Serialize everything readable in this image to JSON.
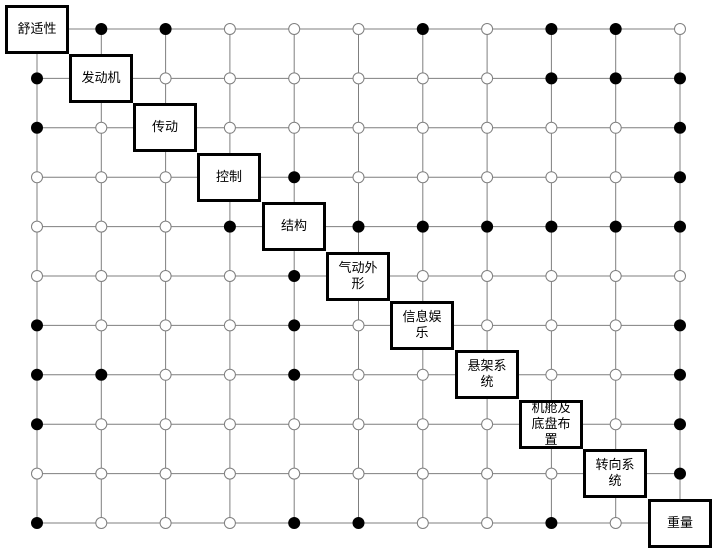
{
  "matrix": {
    "components": [
      {
        "lines": [
          "舒适性"
        ]
      },
      {
        "lines": [
          "发动机"
        ]
      },
      {
        "lines": [
          "传动"
        ]
      },
      {
        "lines": [
          "控制"
        ]
      },
      {
        "lines": [
          "结构"
        ]
      },
      {
        "lines": [
          "气动外",
          "形"
        ]
      },
      {
        "lines": [
          "信息娱",
          "乐"
        ]
      },
      {
        "lines": [
          "悬架系",
          "统"
        ]
      },
      {
        "lines": [
          "机舱及",
          "底盘布",
          "置"
        ]
      },
      {
        "lines": [
          "转向系",
          "统"
        ]
      },
      {
        "lines": [
          "重量"
        ]
      }
    ],
    "cells": [
      [
        2,
        1,
        1,
        0,
        0,
        0,
        1,
        0,
        1,
        1,
        0
      ],
      [
        1,
        2,
        0,
        0,
        0,
        0,
        0,
        0,
        1,
        1,
        1
      ],
      [
        1,
        0,
        2,
        0,
        0,
        0,
        0,
        0,
        0,
        0,
        1
      ],
      [
        0,
        0,
        0,
        2,
        1,
        0,
        0,
        0,
        0,
        0,
        1
      ],
      [
        0,
        0,
        0,
        1,
        2,
        1,
        1,
        1,
        1,
        1,
        1
      ],
      [
        0,
        0,
        0,
        0,
        1,
        2,
        0,
        0,
        0,
        0,
        0
      ],
      [
        1,
        0,
        0,
        0,
        1,
        0,
        2,
        0,
        0,
        0,
        1
      ],
      [
        1,
        1,
        0,
        0,
        1,
        0,
        0,
        2,
        0,
        0,
        1
      ],
      [
        1,
        0,
        0,
        0,
        0,
        0,
        0,
        0,
        2,
        0,
        1
      ],
      [
        0,
        0,
        0,
        0,
        0,
        0,
        0,
        0,
        0,
        2,
        1
      ],
      [
        1,
        0,
        0,
        0,
        1,
        1,
        0,
        0,
        1,
        0,
        2
      ]
    ]
  },
  "colors": {
    "grid": "#7f7f7f",
    "filled": "#000000",
    "empty": "#ffffff",
    "box_border": "#000000"
  }
}
